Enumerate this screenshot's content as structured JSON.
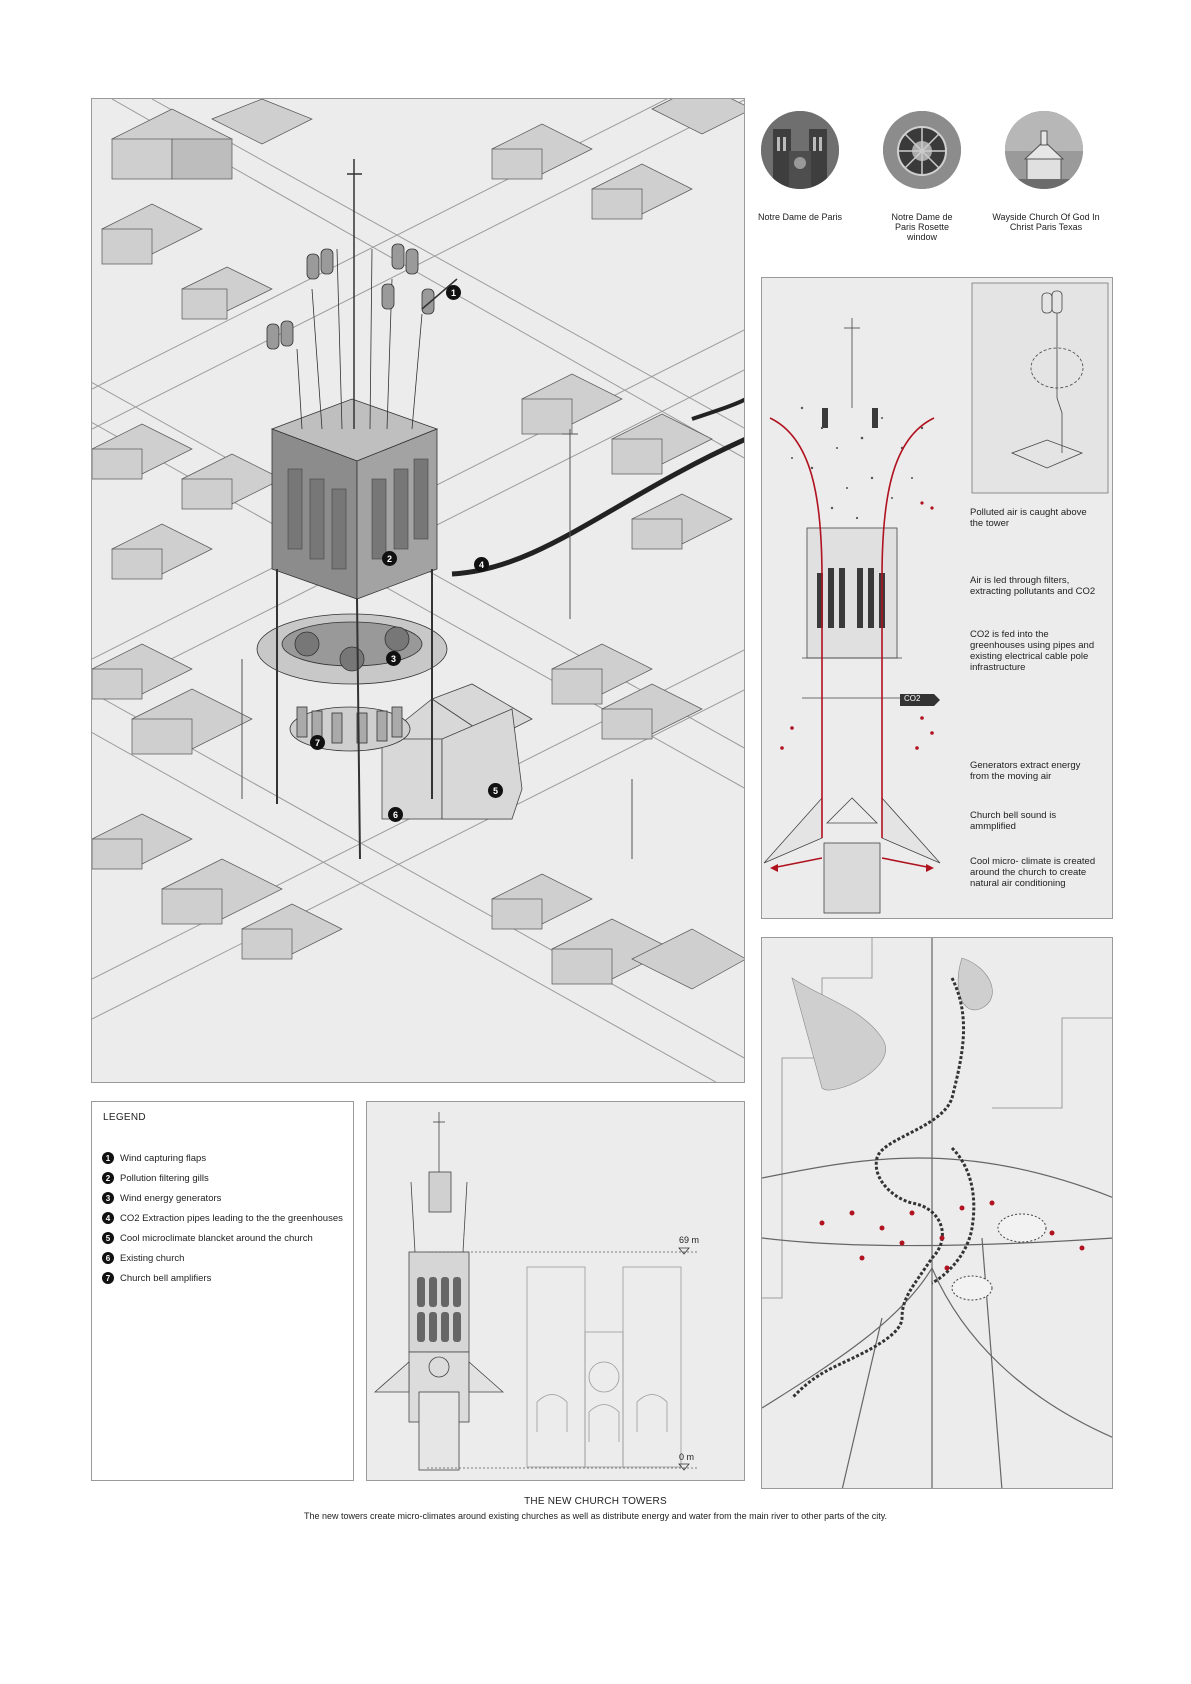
{
  "references": [
    {
      "label": "Notre Dame de Paris"
    },
    {
      "label": "Notre Dame de Paris Rosette window"
    },
    {
      "label": "Wayside Church Of God In Christ Paris Texas"
    }
  ],
  "section_annotations": [
    "Polluted air is caught above the tower",
    "Air is led through filters, extracting pollutants and CO2",
    "CO2 is fed into the greenhouses using pipes and existing electrical cable pole infrastructure",
    "Generators extract energy from the moving air",
    "Church bell sound is ammplified",
    "Cool micro- climate is created around the church to create natural  air conditioning"
  ],
  "co2_tag": "CO2",
  "legend": {
    "title": "LEGEND",
    "items": [
      {
        "num": "1",
        "label": "Wind capturing flaps"
      },
      {
        "num": "2",
        "label": "Pollution filtering gills"
      },
      {
        "num": "3",
        "label": "Wind energy generators"
      },
      {
        "num": "4",
        "label": "CO2 Extraction pipes leading to the the greenhouses"
      },
      {
        "num": "5",
        "label": "Cool microclimate blancket around the church"
      },
      {
        "num": "6",
        "label": "Existing church"
      },
      {
        "num": "7",
        "label": "Church bell amplifiers"
      }
    ]
  },
  "axon_markers": [
    "1",
    "2",
    "3",
    "4",
    "5",
    "6",
    "7"
  ],
  "elevation": {
    "top_level": "69 m",
    "bottom_level": "0 m"
  },
  "caption": {
    "title": "THE NEW CHURCH TOWERS",
    "text": "The new towers create micro-climates around existing churches as well as distribute energy and water from the main river to other parts of the city."
  },
  "colors": {
    "accent_red": "#b0121f",
    "panel_bg": "#e9e9e9",
    "ink": "#222222"
  }
}
